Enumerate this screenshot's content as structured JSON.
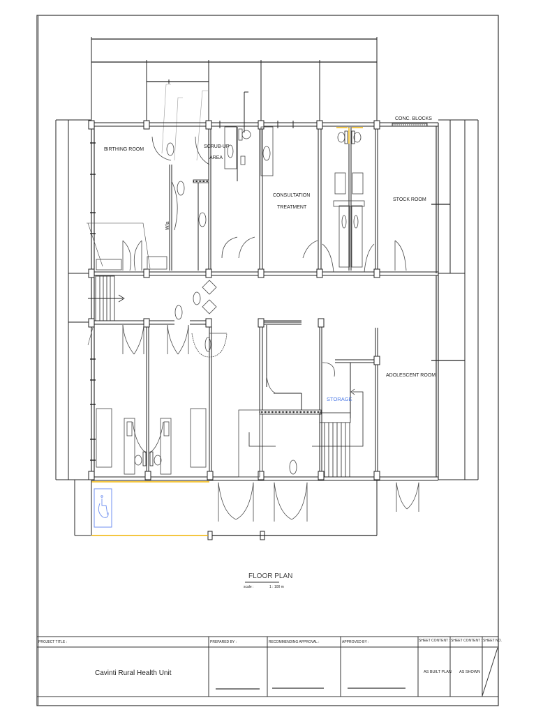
{
  "drawing": {
    "title": "FLOOR PLAN",
    "scale_label": "scale :",
    "scale_value": "1 : 100 m"
  },
  "rooms": {
    "birthing": "BIRTHING ROOM",
    "scrub_up_1": "SCRUB-UP",
    "scrub_up_2": "AREA",
    "consultation_1": "CONSULTATION",
    "consultation_2": "TREATMENT",
    "stock": "STOCK ROOM",
    "adolescent": "ADOLESCENT ROOM",
    "storage": "STORAGE",
    "wall_label": "W/a"
  },
  "annotations": {
    "conc_blocks": "CONC. BLOCKS"
  },
  "title_block": {
    "project_title_label": "PROJECT TITLE :",
    "project_title_value": "Cavinti Rural Health Unit",
    "prepared_by_label": "PREPARED BY :",
    "recommending_label": "RECOMMENDING APPROVAL :",
    "approved_by_label": "APPROVED BY :",
    "sheet_content_label_1": "SHEET CONTENT :",
    "sheet_content_value_1": "AS BUILT PLAN",
    "sheet_content_label_2": "SHEET CONTENT :",
    "sheet_content_value_2": "AS SHOWN",
    "sheet_no_label": "SHEET NO."
  },
  "colors": {
    "line": "#222222",
    "accent_yellow": "#f0b400",
    "accessibility_blue": "#6f8ff0",
    "storage_blue": "#4a78e6"
  },
  "icons": {
    "accessibility": "wheelchair-icon"
  }
}
